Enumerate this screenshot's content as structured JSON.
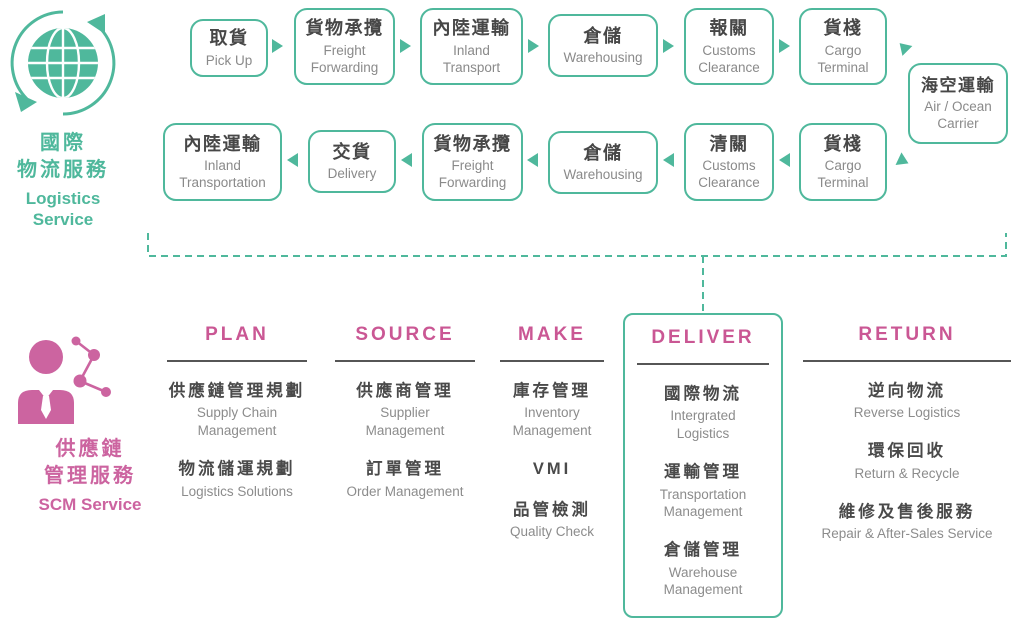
{
  "colors": {
    "teal": "#4FB89C",
    "pink": "#CC64A0",
    "header_pink": "#CA5794",
    "text_dark": "#4A4A4A",
    "text_gray": "#8A8A8A"
  },
  "logistics_label": {
    "icon": "globe-cycle-icon",
    "zh_line1": "國際",
    "zh_line2": "物流服務",
    "en": "Logistics\nService"
  },
  "scm_label": {
    "icon": "person-network-icon",
    "zh_line1": "供應鏈",
    "zh_line2": "管理服務",
    "en": "SCM Service"
  },
  "flow": {
    "row1": [
      {
        "zh": "取貨",
        "en": "Pick Up"
      },
      {
        "zh": "貨物承攬",
        "en": "Freight\nForwarding"
      },
      {
        "zh": "內陸運輸",
        "en": "Inland\nTransport"
      },
      {
        "zh": "倉儲",
        "en": "Warehousing"
      },
      {
        "zh": "報關",
        "en": "Customs\nClearance"
      },
      {
        "zh": "貨棧",
        "en": "Cargo\nTerminal"
      }
    ],
    "carrier": {
      "zh": "海空運輸",
      "en": "Air / Ocean\nCarrier"
    },
    "row2": [
      {
        "zh": "內陸運輸",
        "en": "Inland\nTransportation"
      },
      {
        "zh": "交貨",
        "en": "Delivery"
      },
      {
        "zh": "貨物承攬",
        "en": "Freight\nForwarding"
      },
      {
        "zh": "倉儲",
        "en": "Warehousing"
      },
      {
        "zh": "清關",
        "en": "Customs\nClearance"
      },
      {
        "zh": "貨棧",
        "en": "Cargo\nTerminal"
      }
    ]
  },
  "scm_columns": [
    {
      "header": "PLAN",
      "items": [
        {
          "zh": "供應鏈管理規劃",
          "en": "Supply Chain\nManagement"
        },
        {
          "zh": "物流儲運規劃",
          "en": "Logistics Solutions"
        }
      ]
    },
    {
      "header": "SOURCE",
      "items": [
        {
          "zh": "供應商管理",
          "en": "Supplier\nManagement"
        },
        {
          "zh": "訂單管理",
          "en": "Order Management"
        }
      ]
    },
    {
      "header": "MAKE",
      "items": [
        {
          "zh": "庫存管理",
          "en": "Inventory\nManagement"
        },
        {
          "zh": "VMI",
          "en": ""
        },
        {
          "zh": "品管檢測",
          "en": "Quality Check"
        }
      ]
    },
    {
      "header": "DELIVER",
      "highlighted": true,
      "items": [
        {
          "zh": "國際物流",
          "en": "Intergrated\nLogistics"
        },
        {
          "zh": "運輸管理",
          "en": "Transportation\nManagement"
        },
        {
          "zh": "倉儲管理",
          "en": "Warehouse\nManagement"
        }
      ]
    },
    {
      "header": "RETURN",
      "items": [
        {
          "zh": "逆向物流",
          "en": "Reverse Logistics"
        },
        {
          "zh": "環保回收",
          "en": "Return & Recycle"
        },
        {
          "zh": "維修及售後服務",
          "en": "Repair & After-Sales Service"
        }
      ]
    }
  ]
}
